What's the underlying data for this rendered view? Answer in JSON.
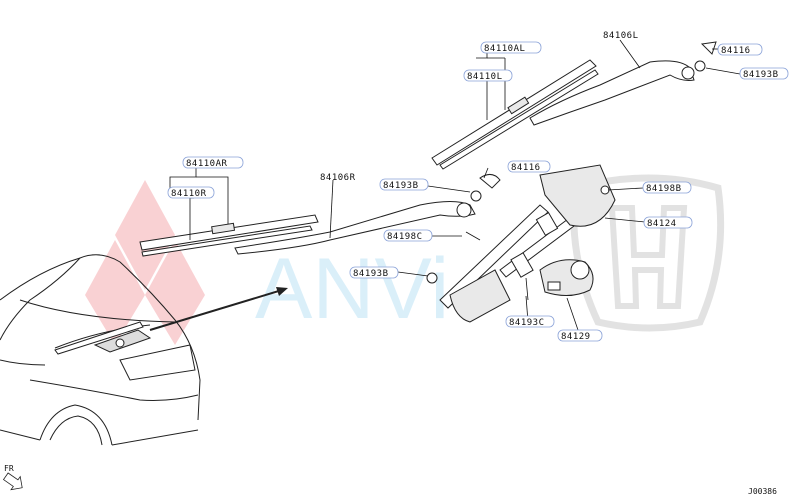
{
  "watermark": {
    "text": "ANVi",
    "brand_red": "#e8323c",
    "brand_blue": "#5ab8e8"
  },
  "labels": {
    "p84110AR": "84110AR",
    "p84110R": "84110R",
    "p84106R": "84106R",
    "p84193B_a": "84193B",
    "p84198C": "84198C",
    "p84193B_b": "84193B",
    "p84116_a": "84116",
    "p84193C": "84193C",
    "p84129": "84129",
    "p84124": "84124",
    "p84198B": "84198B",
    "p84110AL": "84110AL",
    "p84110L": "84110L",
    "p84106L": "84106L",
    "p84116_b": "84116",
    "p84193B_c": "84193B"
  },
  "fr_marker": "FR",
  "diagram_code": "J00386"
}
